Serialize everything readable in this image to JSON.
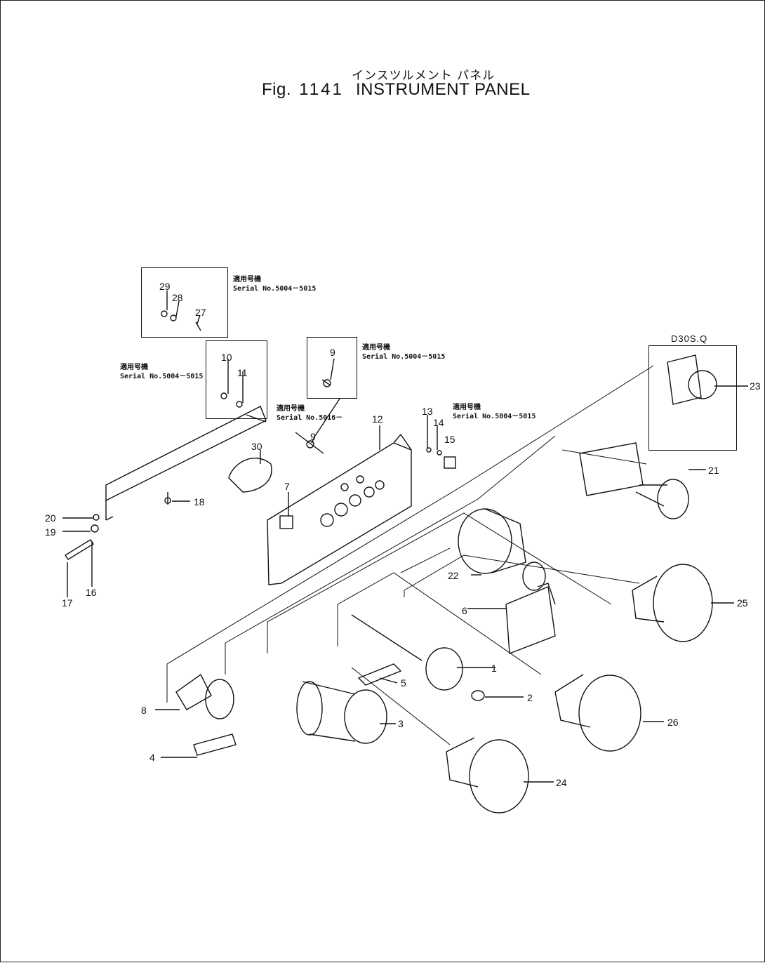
{
  "title": {
    "japanese": "インスツルメント パネル",
    "fig_label": "Fig.",
    "fig_number": "1141",
    "name": "INSTRUMENT PANEL"
  },
  "callout_boxes": [
    {
      "id": "serial-box-a",
      "header": "適用号機",
      "serial": "Serial No.5004－5015"
    },
    {
      "id": "serial-box-b",
      "header": "適用号機",
      "serial": "Serial No.5004－5015"
    },
    {
      "id": "serial-box-c",
      "header": "適用号機",
      "serial": "Serial No.5004－5015"
    },
    {
      "id": "serial-box-d",
      "header": "適用号機",
      "serial": "Serial No.5016－"
    },
    {
      "id": "serial-box-e",
      "header": "適用号機",
      "serial": "Serial No.5004－5015"
    },
    {
      "id": "variant-box",
      "header": "D30S.Q",
      "serial": ""
    }
  ],
  "part_numbers": [
    "1",
    "2",
    "3",
    "4",
    "5",
    "6",
    "7",
    "8",
    "9",
    "9",
    "10",
    "11",
    "12",
    "13",
    "14",
    "15",
    "16",
    "17",
    "18",
    "19",
    "20",
    "21",
    "22",
    "23",
    "24",
    "25",
    "26",
    "27",
    "28",
    "29",
    "30"
  ]
}
